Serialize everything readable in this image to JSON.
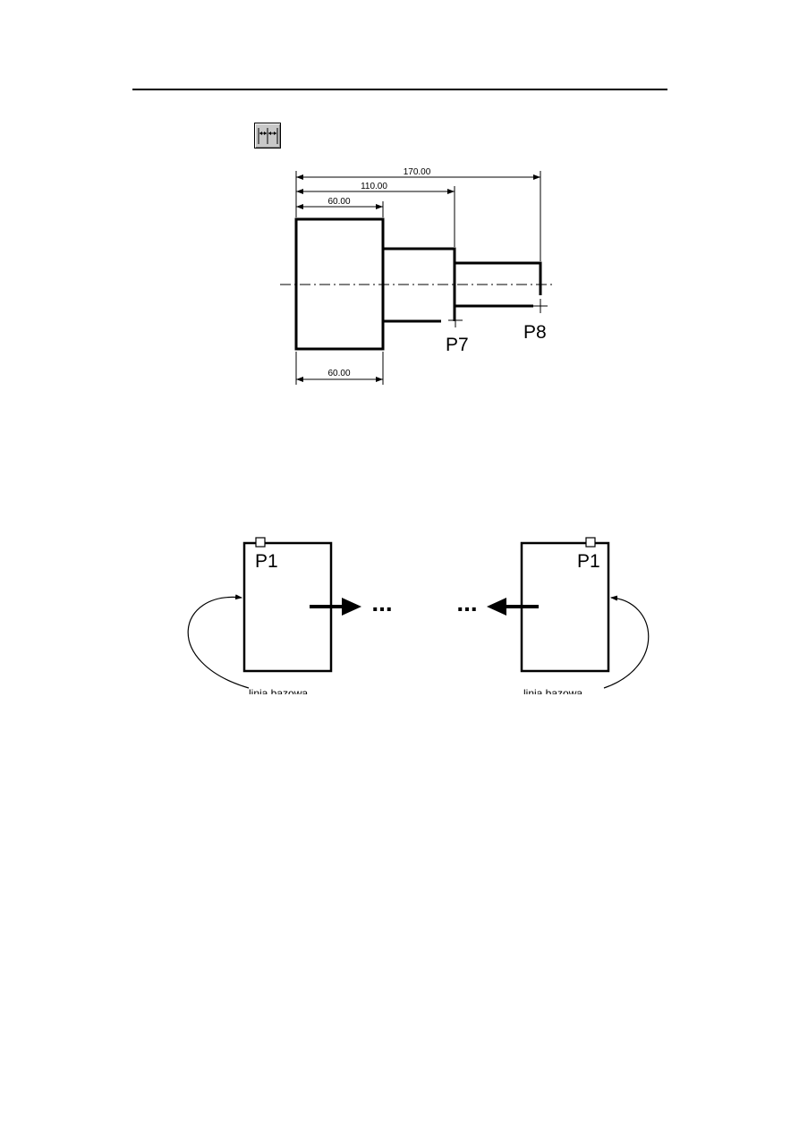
{
  "toolbar": {
    "icon": "linear-dimension-baseline-icon"
  },
  "shaft_drawing": {
    "dimensions": {
      "dim_170": "170.00",
      "dim_110": "110.00",
      "dim_60_top": "60.00",
      "dim_60_bottom": "60.00"
    },
    "points": {
      "p7": "P7",
      "p8": "P8"
    }
  },
  "direction_diagram": {
    "left": {
      "point_label": "P1",
      "dots": "...",
      "baseline_label": "linia bazowa"
    },
    "right": {
      "point_label": "P1",
      "dots": "...",
      "baseline_label": "linia bazowa"
    }
  }
}
